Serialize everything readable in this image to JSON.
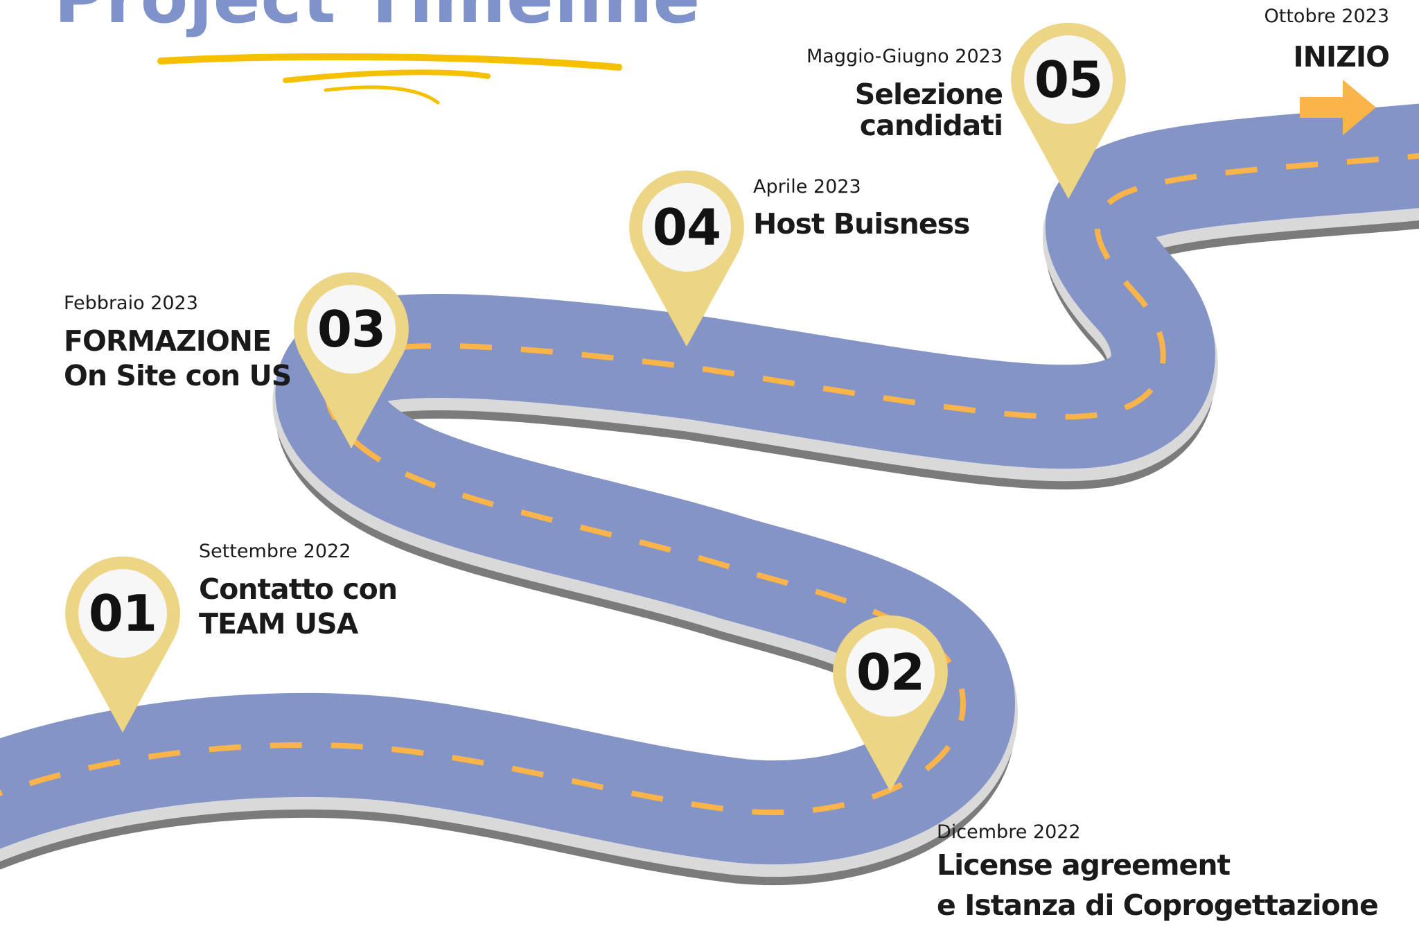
{
  "title": "Project Timeline",
  "colors": {
    "title": "#7f92c9",
    "road": "#8594c6",
    "road_edge": "#d9d9d9",
    "road_shadow": "#7b7b7b",
    "lane_marks": "#fbb44a",
    "pin": "#ecd585",
    "arrow": "#fbb44a",
    "underline": "#f5c000"
  },
  "start": {
    "date": "Ottobre 2023",
    "label": "INIZIO",
    "icon": "arrow-right-icon"
  },
  "milestones": [
    {
      "number": "01",
      "date": "Settembre 2022",
      "lines": [
        "Contatto con",
        "TEAM USA"
      ]
    },
    {
      "number": "02",
      "date": "Dicembre 2022",
      "lines": [
        "License agreement",
        "e Istanza di Coprogettazione"
      ]
    },
    {
      "number": "03",
      "date": "Febbraio 2023",
      "lines": [
        "FORMAZIONE",
        "On Site con US"
      ]
    },
    {
      "number": "04",
      "date": "Aprile 2023",
      "lines": [
        "Host Buisness"
      ]
    },
    {
      "number": "05",
      "date": "Maggio-Giugno 2023",
      "lines": [
        "Selezione",
        "candidati"
      ]
    }
  ]
}
